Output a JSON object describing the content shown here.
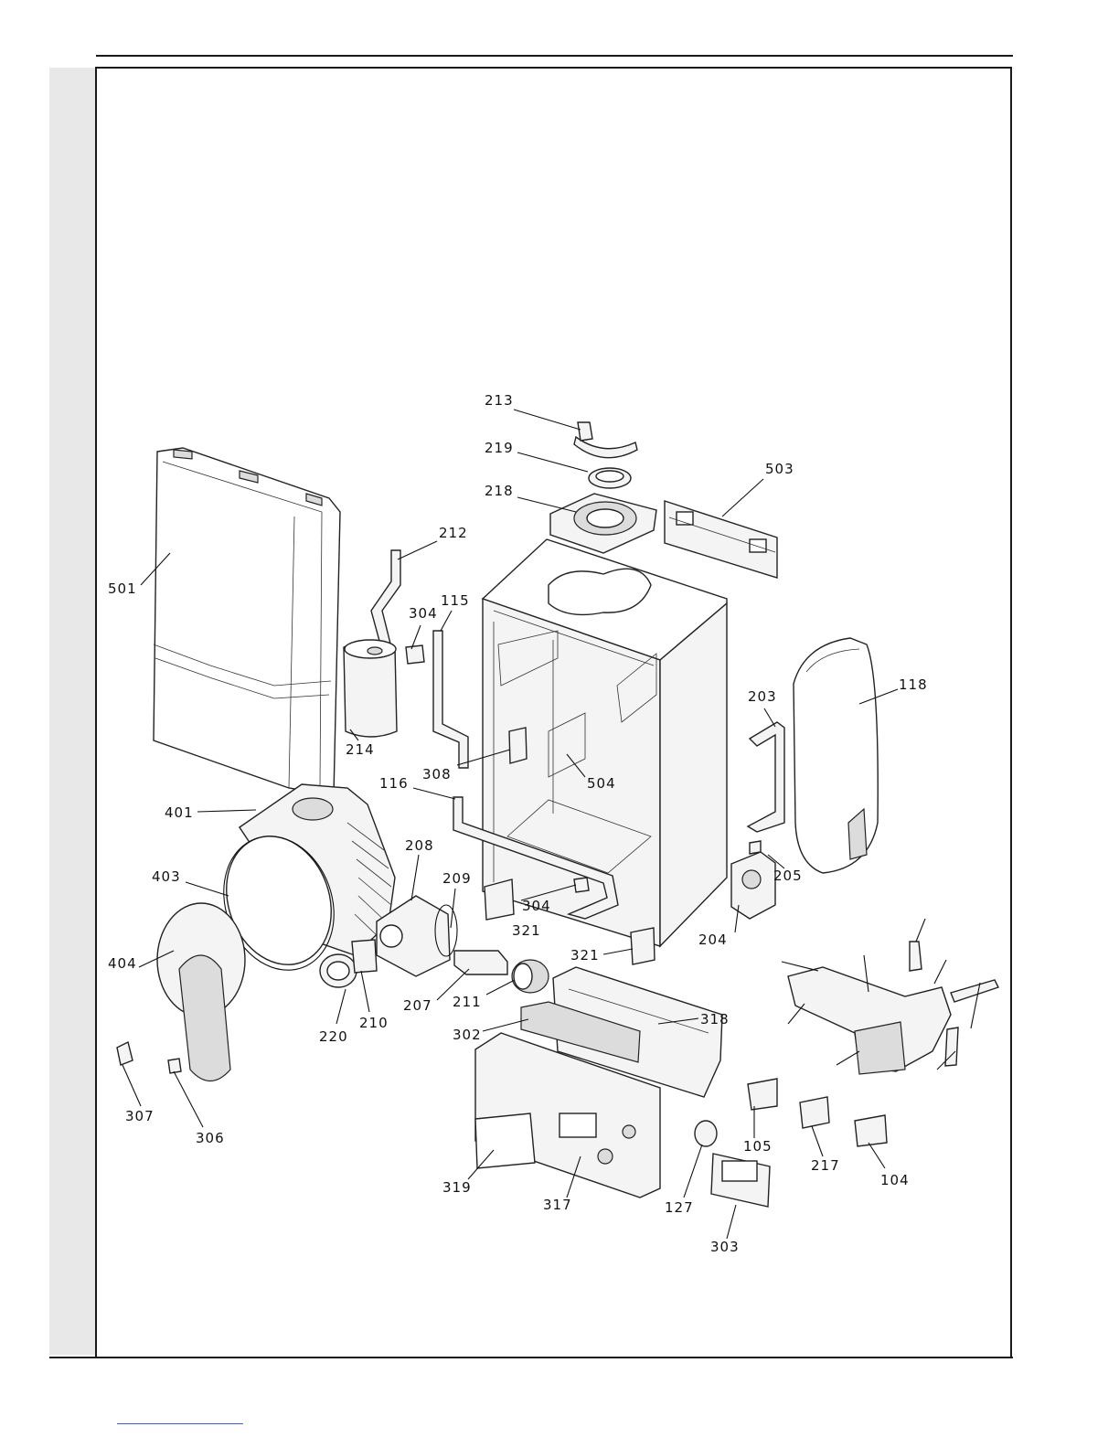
{
  "part_labels": [
    "213",
    "219",
    "218",
    "503",
    "212",
    "501",
    "115",
    "304",
    "118",
    "203",
    "214",
    "308",
    "504",
    "116",
    "401",
    "208",
    "205",
    "403",
    "209",
    "304",
    "321",
    "204",
    "321",
    "404",
    "207",
    "211",
    "318",
    "220",
    "210",
    "302",
    "307",
    "306",
    "319",
    "317",
    "127",
    "105",
    "217",
    "104",
    "303"
  ]
}
